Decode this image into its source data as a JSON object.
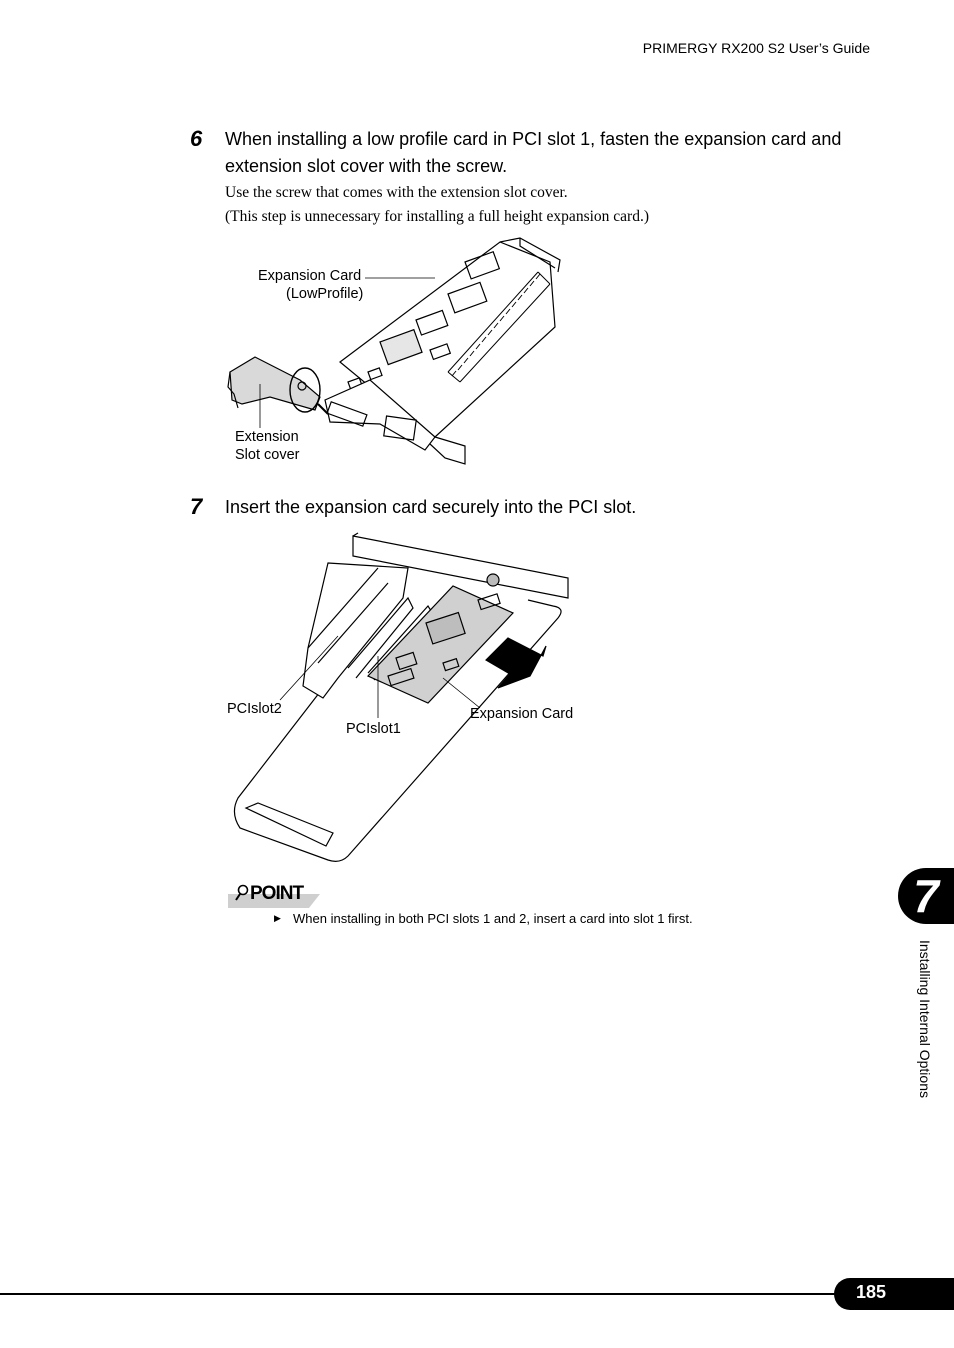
{
  "header": {
    "title": "PRIMERGY RX200 S2 User’s Guide"
  },
  "step6": {
    "number": "6",
    "text_line1": "When installing a low profile card in PCI slot 1, fasten the expansion card and",
    "text_line2": "extension slot cover with the screw.",
    "note1": "Use the screw that comes with the extension slot cover.",
    "note2": "(This step is unnecessary for installing a full height expansion card.)"
  },
  "figure1": {
    "label_card_line1": "Expansion Card",
    "label_card_line2": "(LowProfile)",
    "label_cover_line1": "Extension",
    "label_cover_line2": "Slot cover"
  },
  "step7": {
    "number": "7",
    "text": "Insert the expansion card securely into the PCI slot."
  },
  "figure2": {
    "label_slot2": "PCIslot2",
    "label_slot1": "PCIslot1",
    "label_card": "Expansion Card"
  },
  "point": {
    "heading": "POINT",
    "bullet": "When installing in both PCI slots 1 and 2, insert a card into slot 1 first."
  },
  "chapter": {
    "number": "7",
    "title": "Installing Internal Options"
  },
  "footer": {
    "page": "185"
  }
}
